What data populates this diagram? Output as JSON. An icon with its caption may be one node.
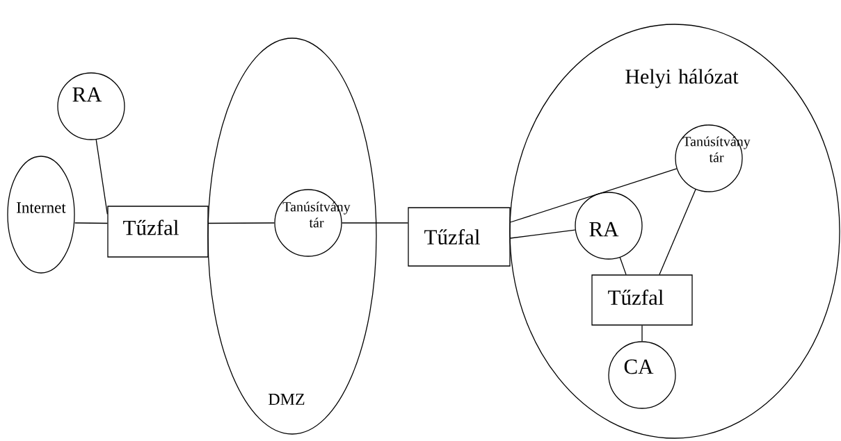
{
  "diagram": {
    "nodes": [
      {
        "text": [
          "Internet"
        ]
      },
      {
        "text": [
          "RA"
        ]
      },
      {
        "text": [
          "Tűzfal"
        ]
      },
      {
        "text": [
          "DMZ"
        ]
      },
      {
        "text": [
          "Tanúsítvány tár"
        ],
        "in": 3
      },
      {
        "text": [
          "Tűzfal"
        ]
      },
      {
        "text": [
          "Helyi hálózat"
        ]
      },
      {
        "text": [
          "Tanúsítvány tár"
        ],
        "in": 6
      },
      {
        "text": [
          "RA"
        ],
        "in": 6
      },
      {
        "text": [
          "Tűzfal"
        ],
        "in": 6
      },
      {
        "text": [
          "CA"
        ],
        "in": 6
      }
    ],
    "edges": [
      {
        "from": 0,
        "to": 2,
        "arrow": "none"
      },
      {
        "from": 1,
        "to": 2,
        "arrow": "none"
      },
      {
        "from": 2,
        "to": 4,
        "arrow": "none"
      },
      {
        "from": 4,
        "to": 5,
        "arrow": "none"
      },
      {
        "from": 5,
        "to": 7,
        "arrow": "none"
      },
      {
        "from": 5,
        "to": 8,
        "arrow": "none"
      },
      {
        "from": 8,
        "to": 9,
        "arrow": "none"
      },
      {
        "from": 7,
        "to": 9,
        "arrow": "none"
      },
      {
        "from": 9,
        "to": 10,
        "arrow": "none"
      }
    ]
  }
}
